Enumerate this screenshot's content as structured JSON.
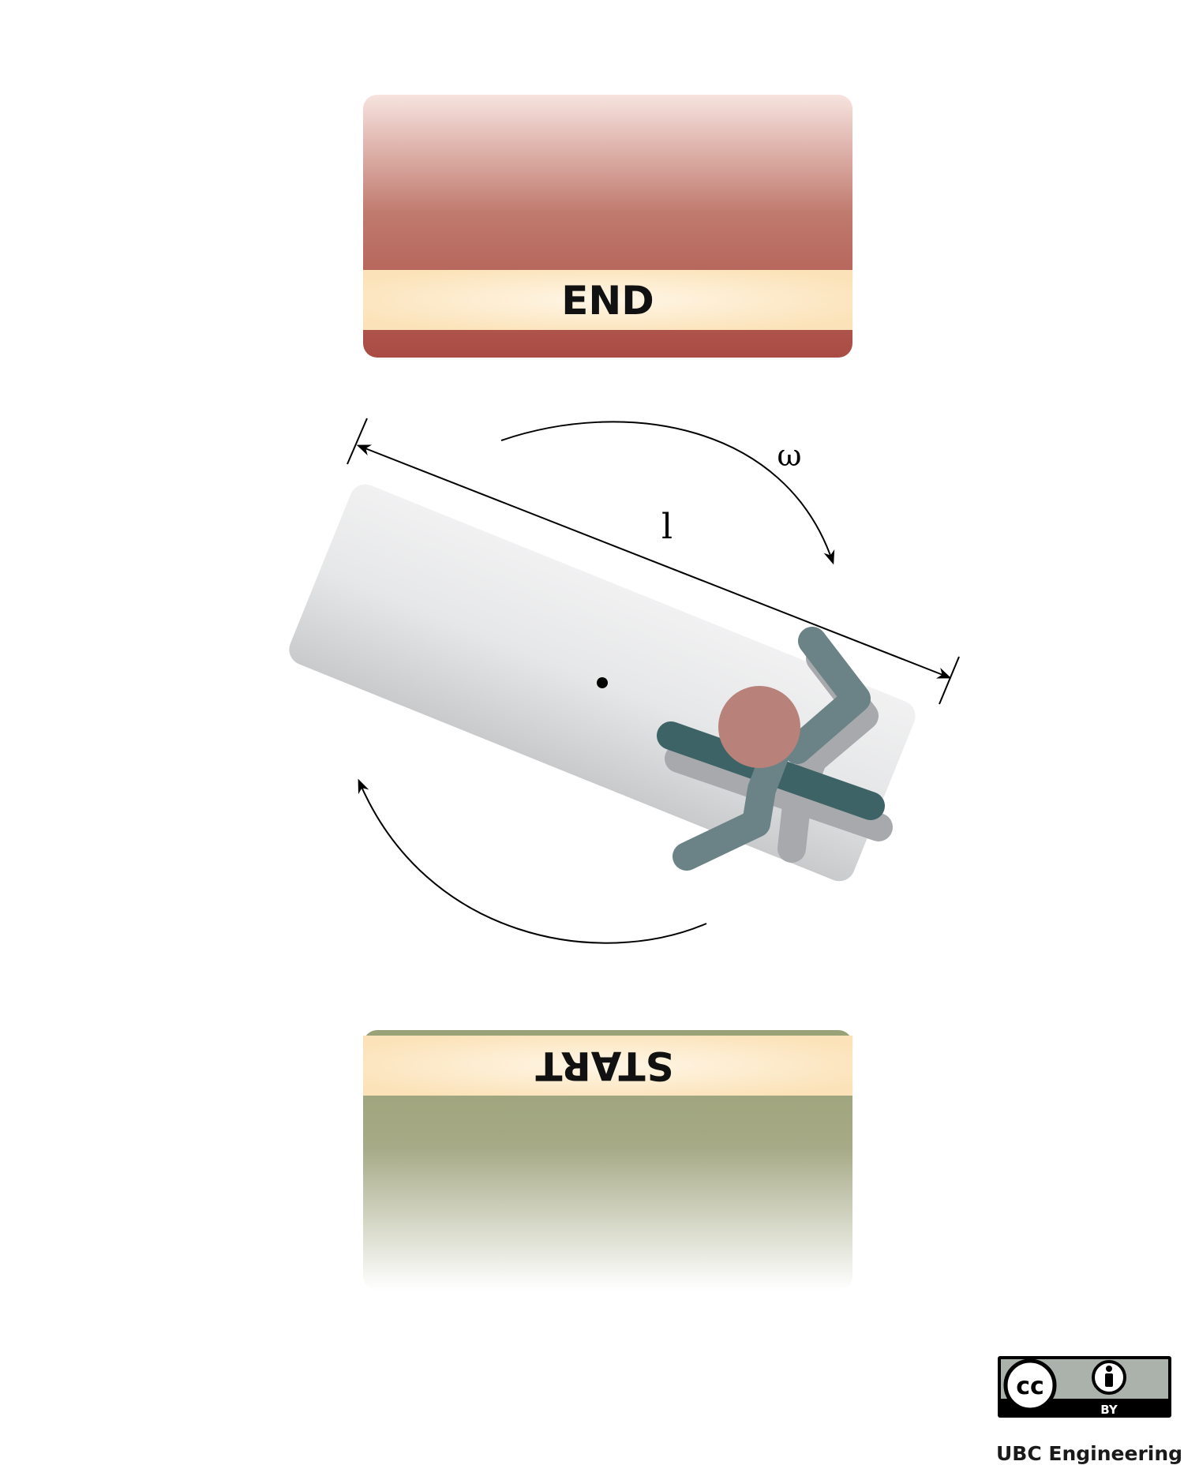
{
  "end_block": {
    "label": "END",
    "color_dark": "#a94b43",
    "color_light": "#f7e3df",
    "band_color": "#fbe6c3"
  },
  "start_block": {
    "label": "START",
    "color_dark": "#99a176",
    "color_light": "#ffffff",
    "band_color": "#fbe6c3"
  },
  "symbols": {
    "length": "l",
    "angular_velocity": "ω"
  },
  "license": {
    "cc_label": "cc",
    "by_label": "BY",
    "org": "UBC Engineering"
  },
  "colors": {
    "board": "#e6e7e8",
    "figure_dark": "#3d6366",
    "figure_light": "#6b8386",
    "head": "#b8827a",
    "shadow": "#a7a9ac"
  }
}
